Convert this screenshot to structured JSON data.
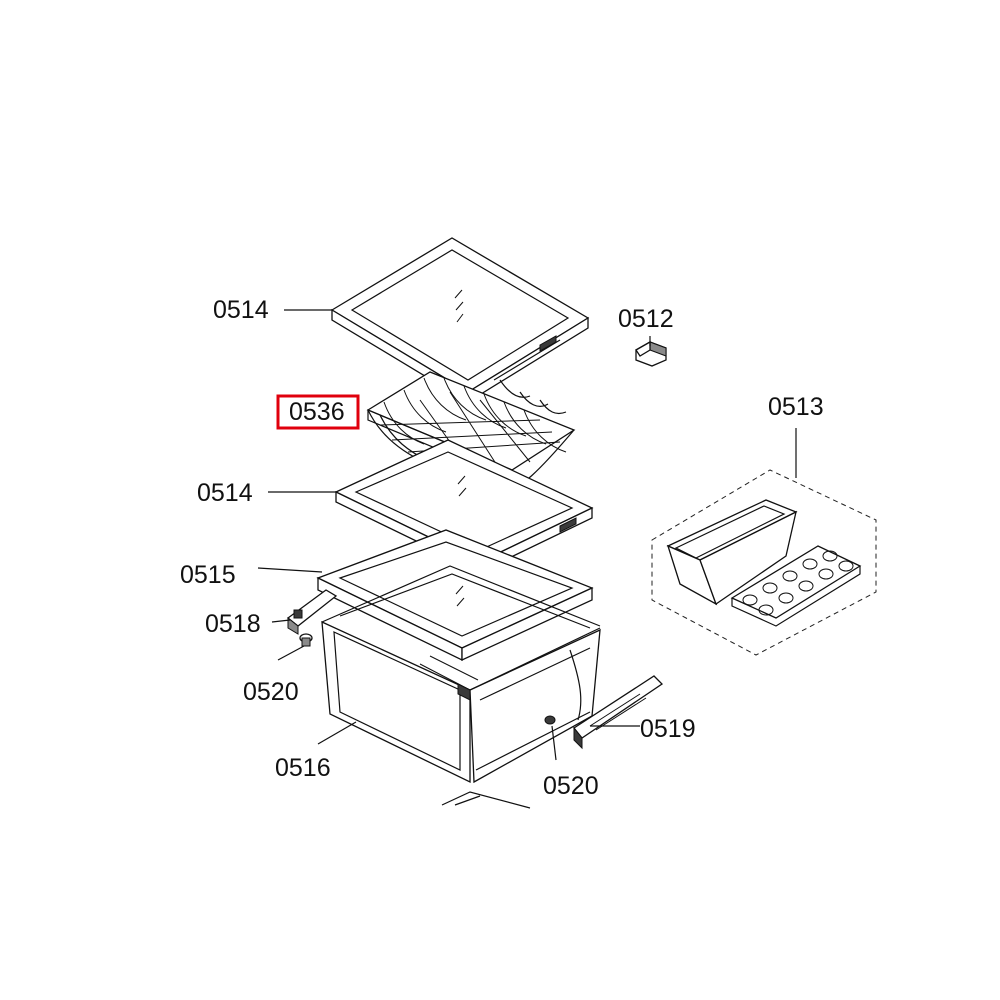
{
  "diagram": {
    "highlight_color": "#e0000d",
    "highlighted_part": "0536",
    "labels": {
      "top_shelf": "0514",
      "clip": "0512",
      "bottle_rack": "0536",
      "egg_tray_group": "0513",
      "mid_shelf": "0514",
      "crisper_cover": "0515",
      "left_rail": "0518",
      "left_screw": "0520",
      "drawer": "0516",
      "right_rail": "0519",
      "right_screw": "0520"
    }
  }
}
